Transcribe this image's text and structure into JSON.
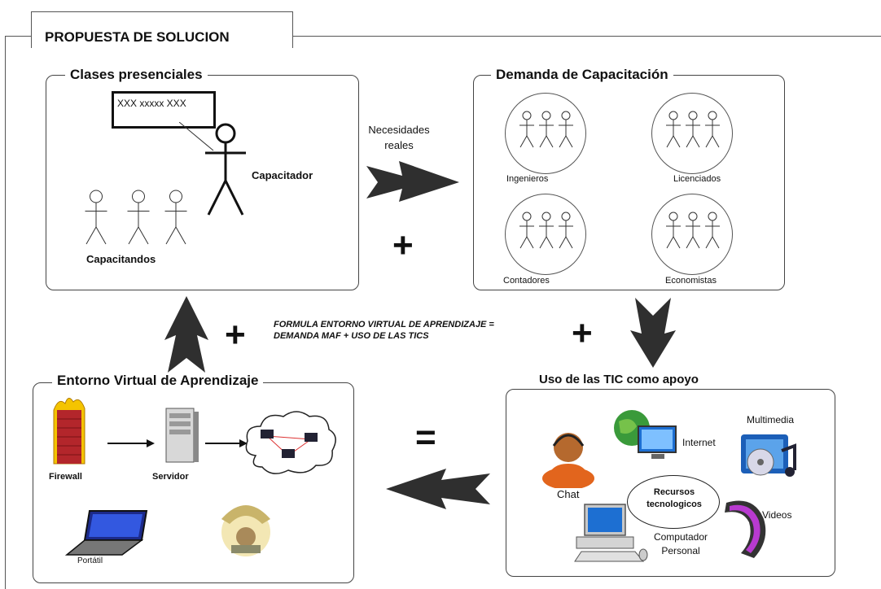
{
  "header": {
    "title": "PROPUESTA DE SOLUCION"
  },
  "panels": {
    "clases": {
      "title": "Clases presenciales",
      "board_text": "XXX xxxxx XXX",
      "capacitador": "Capacitador",
      "capacitandos": "Capacitandos"
    },
    "demanda": {
      "title": "Demanda de Capacitación",
      "groups": [
        "Ingenieros",
        "Licenciados",
        "Contadores",
        "Economistas"
      ]
    },
    "entorno": {
      "title": "Entorno Virtual de Aprendizaje",
      "firewall": "Firewall",
      "servidor": "Servidor",
      "portatil": "Portátil"
    },
    "tic": {
      "title": "Uso de las TIC como apoyo",
      "chat": "Chat",
      "internet": "Internet",
      "multimedia": "Multimedia",
      "recursos": "Recursos tecnologicos",
      "videos": "Videos",
      "computador": "Computador Personal"
    }
  },
  "connectors": {
    "necesidades": "Necesidades reales",
    "plus": "+",
    "equals": "=",
    "formula_line1": "FORMULA ENTORNO VIRTUAL DE APRENDIZAJE =",
    "formula_line2": "DEMANDA MAF  + USO DE LAS TICS"
  },
  "colors": {
    "arrow": "#2f2f2f",
    "line": "#444444"
  }
}
